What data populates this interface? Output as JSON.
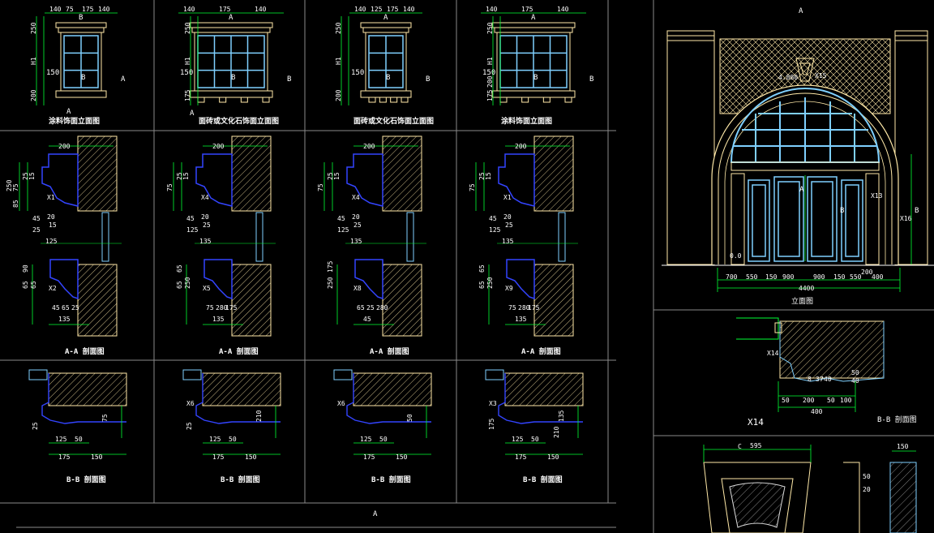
{
  "colors": {
    "background": "#000000",
    "frame": "#8a8a8a",
    "dimension": "#00ff33",
    "window_frame": "#7fd0ff",
    "hatch": "#ffe9a8",
    "wall": "#a0a0ff",
    "text": "#ffffff",
    "blue": "#3344ff"
  },
  "elevations": [
    {
      "title": "涂料饰面立面图",
      "dims_top": [
        "140",
        "75",
        "175",
        "140"
      ],
      "dims_side": [
        "250",
        "H1",
        "200"
      ],
      "marks": [
        "B",
        "B",
        "A",
        "150"
      ]
    },
    {
      "title": "面砖或文化石饰面立面图",
      "dims_top": [
        "140",
        "175",
        "140"
      ],
      "dims_side": [
        "250",
        "H1",
        "175"
      ],
      "marks": [
        "A",
        "B",
        "B",
        "150",
        "A"
      ]
    },
    {
      "title": "面砖或文化石饰面立面图",
      "dims_top": [
        "140",
        "125",
        "175",
        "140"
      ],
      "dims_side": [
        "250",
        "H1",
        "200"
      ],
      "marks": [
        "A",
        "B",
        "B",
        "150"
      ]
    },
    {
      "title": "涂料饰面立面图",
      "dims_top": [
        "140",
        "175",
        "140"
      ],
      "dims_side": [
        "250",
        "H1",
        "175",
        "200"
      ],
      "marks": [
        "A",
        "B",
        "B",
        "150"
      ]
    }
  ],
  "sections_aa": [
    {
      "title": "A-A 剖面图",
      "tag_top": "X1",
      "tag_bottom": "X2",
      "dim_top": "200",
      "dims": [
        "75",
        "25",
        "15",
        "45",
        "20",
        "15",
        "25",
        "125",
        "135",
        "45",
        "65",
        "25",
        "90",
        "65",
        "65",
        "85",
        "250"
      ]
    },
    {
      "title": "A-A 剖面图",
      "tag_top": "X4",
      "tag_bottom": "X5",
      "dim_top": "200",
      "dims": [
        "75",
        "25",
        "15",
        "45",
        "20",
        "25",
        "125",
        "135",
        "135",
        "75",
        "280",
        "175",
        "65",
        "65",
        "250"
      ]
    },
    {
      "title": "A-A 剖面图",
      "tag_top": "X4",
      "tag_bottom": "X8",
      "dim_top": "200",
      "dims": [
        "75",
        "25",
        "15",
        "45",
        "20",
        "25",
        "125",
        "135",
        "45",
        "65",
        "25",
        "280",
        "175",
        "250"
      ]
    },
    {
      "title": "A-A 剖面图",
      "tag_top": "X1",
      "tag_bottom": "X9",
      "dim_top": "200",
      "dims": [
        "75",
        "25",
        "15",
        "45",
        "20",
        "25",
        "125",
        "135",
        "135",
        "75",
        "280",
        "175",
        "65",
        "65",
        "250"
      ]
    }
  ],
  "sections_bb": [
    {
      "title": "B-B 剖面图",
      "dims": [
        "125",
        "50",
        "175",
        "150",
        "75",
        "25"
      ]
    },
    {
      "title": "B-B 剖面图",
      "tag": "X6",
      "dims": [
        "125",
        "50",
        "175",
        "150",
        "210",
        "25"
      ]
    },
    {
      "title": "B-B 剖面图",
      "tag": "X6",
      "dims": [
        "125",
        "50",
        "175",
        "150",
        "50"
      ]
    },
    {
      "title": "B-B 剖面图",
      "tag": "X3",
      "dims": [
        "125",
        "50",
        "175",
        "150",
        "135",
        "175",
        "210"
      ]
    }
  ],
  "main_elevation": {
    "title": "立面图",
    "marker_top": "A",
    "tags": [
      "X15",
      "X13",
      "X16",
      "4.880",
      "0.0"
    ],
    "marks": [
      "A",
      "B",
      "B"
    ],
    "dims_bottom": [
      "700",
      "550",
      "150",
      "900",
      "900",
      "150",
      "550",
      "400",
      "200"
    ],
    "total_width": "4400"
  },
  "detail_x14": {
    "tag": "X14",
    "label": "X14",
    "title": "B-B 剖面图",
    "dims": [
      "50",
      "200",
      "50",
      "100",
      "400",
      "8",
      "37",
      "40",
      "50",
      "40"
    ]
  },
  "bottom_detail": {
    "marker": "C",
    "dims": [
      "595",
      "150",
      "50",
      "20"
    ]
  },
  "bottom_marker": "A"
}
